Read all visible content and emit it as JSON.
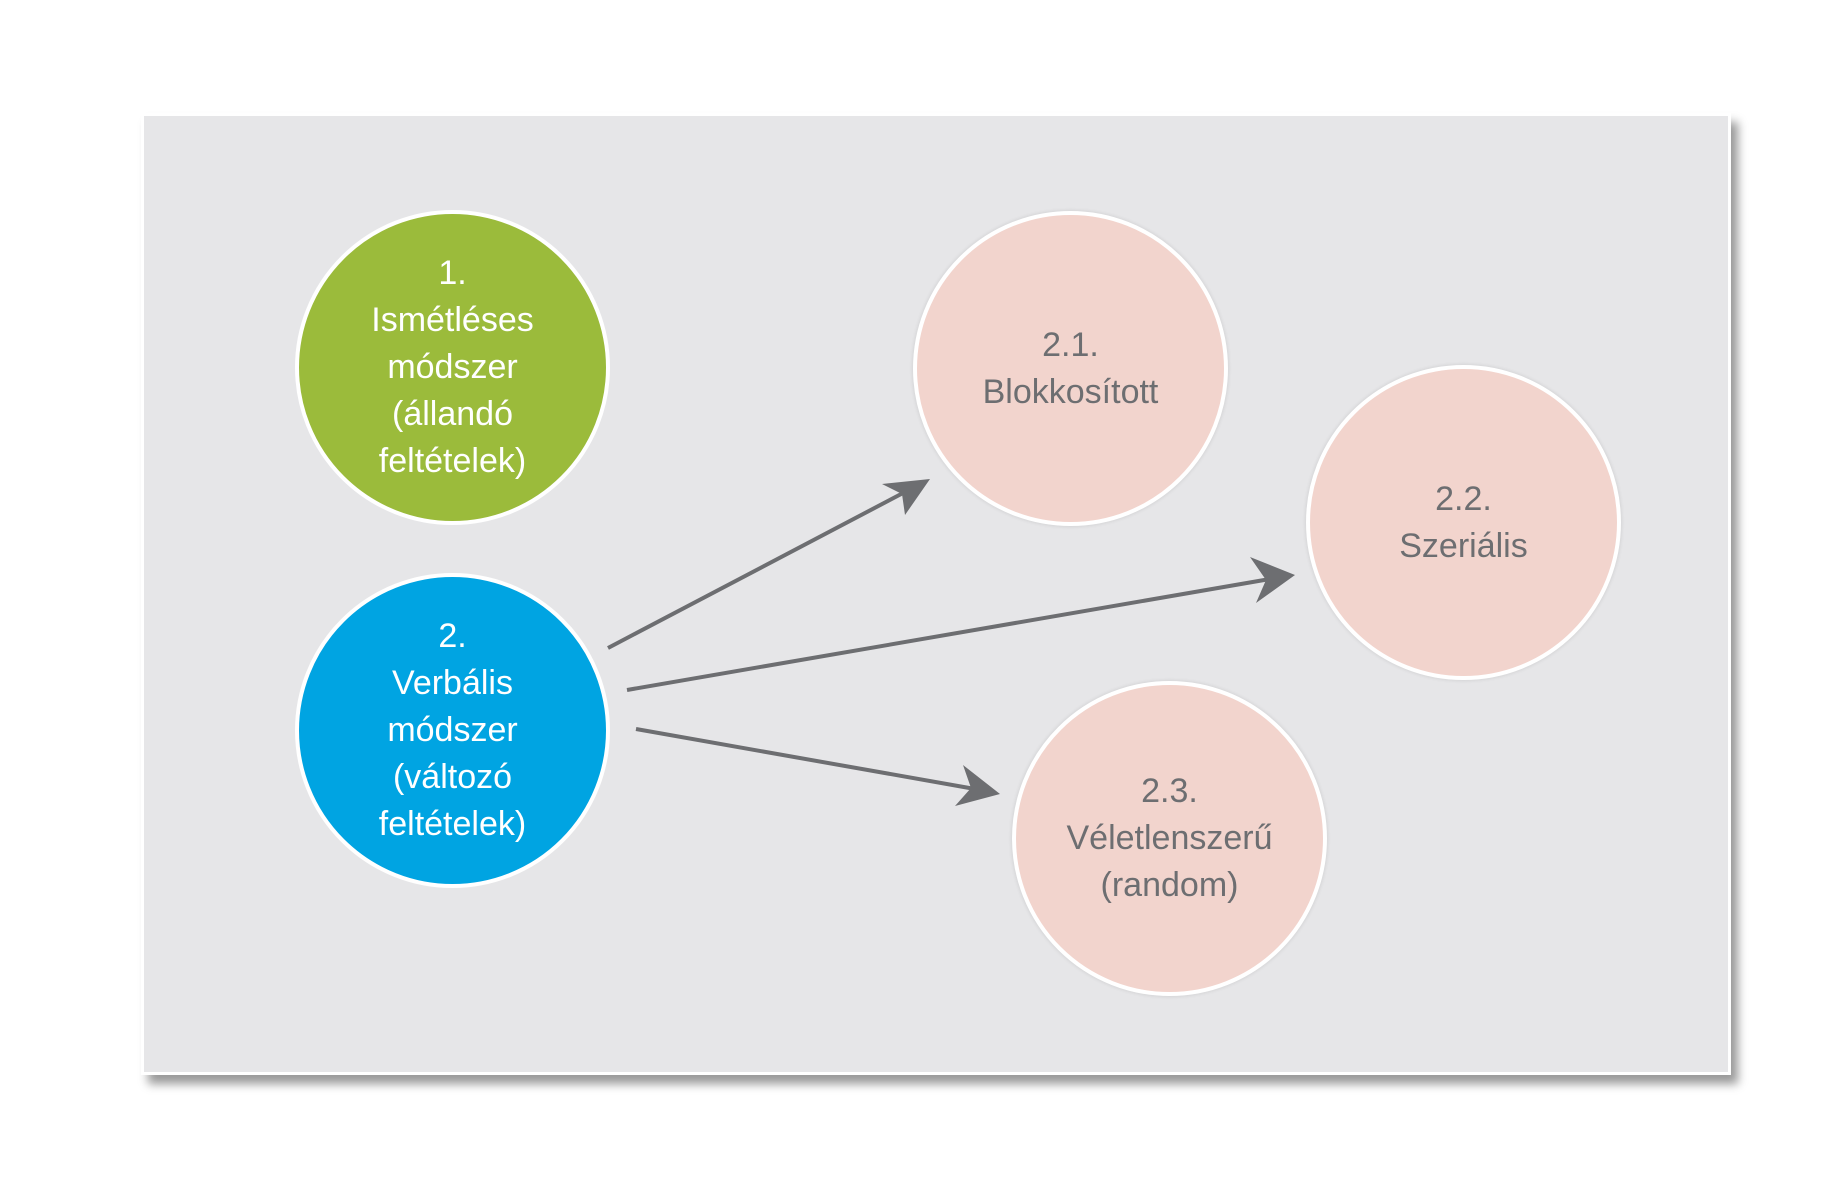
{
  "diagram": {
    "nodes": {
      "method_1": {
        "number": "1.",
        "lines": [
          "Ismétléses",
          "módszer",
          "(állandó",
          "feltételek)"
        ],
        "color": "#9bbb3b"
      },
      "method_2": {
        "number": "2.",
        "lines": [
          "Verbális",
          "módszer",
          "(változó",
          "feltételek)"
        ],
        "color": "#00a4e2"
      },
      "method_2_1": {
        "number": "2.1.",
        "lines": [
          "Blokkosított"
        ],
        "color": "#f2d4cd"
      },
      "method_2_2": {
        "number": "2.2.",
        "lines": [
          "Szeriális"
        ],
        "color": "#f2d4cd"
      },
      "method_2_3": {
        "number": "2.3.",
        "lines": [
          "Véletlenszerű",
          "(random)"
        ],
        "color": "#f2d4cd"
      }
    },
    "edges": [
      {
        "from": "method_2",
        "to": "method_2_1"
      },
      {
        "from": "method_2",
        "to": "method_2_2"
      },
      {
        "from": "method_2",
        "to": "method_2_3"
      }
    ],
    "panel_color": "#e6e6e8",
    "arrow_color": "#6d6e71"
  }
}
